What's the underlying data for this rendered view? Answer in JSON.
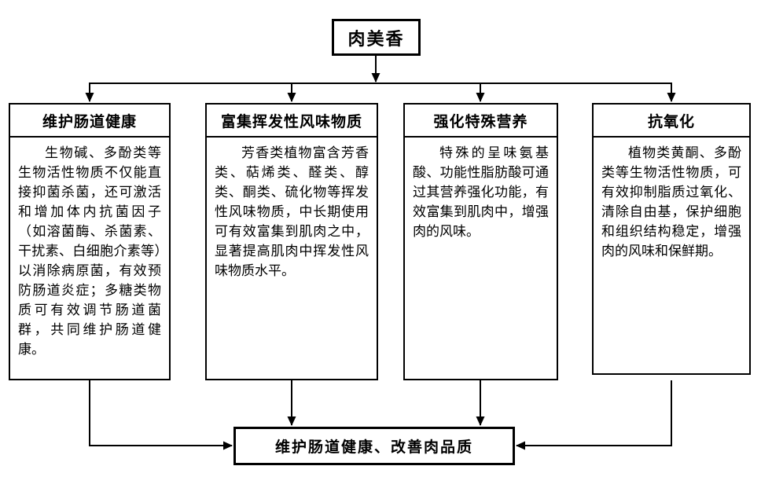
{
  "diagram": {
    "root_label": "肉美香",
    "branches": [
      {
        "title": "维护肠道健康",
        "body": "生物碱、多酚类等生物活性物质不仅能直接抑菌杀菌，还可激活和增加体内抗菌因子（如溶菌酶、杀菌素、干扰素、白细胞介素等）以消除病原菌，有效预防肠道炎症；多糖类物质可有效调节肠道菌群，共同维护肠道健康。"
      },
      {
        "title": "富集挥发性风味物质",
        "body": "芳香类植物富含芳香类、萜烯类、醛类、醇类、酮类、硫化物等挥发性风味物质，中长期使用可有效富集到肌肉之中，显著提高肌肉中挥发性风味物质水平。"
      },
      {
        "title": "强化特殊营养",
        "body": "特殊的呈味氨基酸、功能性脂肪酸可通过其营养强化功能，有效富集到肌肉中，增强肉的风味。"
      },
      {
        "title": "抗氧化",
        "body": "植物类黄酮、多酚类等生物活性物质，可有效抑制脂质过氧化、清除自由基，保护细胞和组织结构稳定，增强肉的风味和保鲜期。"
      }
    ],
    "outcome_label": "维护肠道健康、改善肉品质",
    "colors": {
      "line": "#000000",
      "border": "#000000",
      "background": "#ffffff",
      "text": "#000000"
    }
  }
}
